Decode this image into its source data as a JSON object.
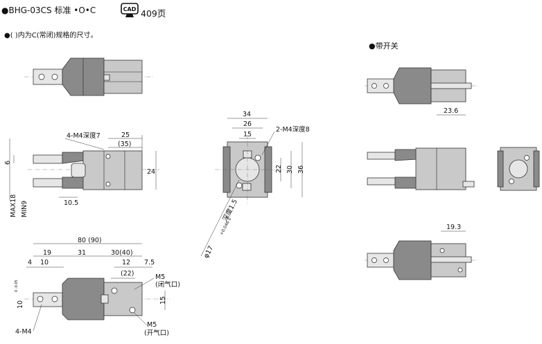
{
  "header": {
    "bullet": "●",
    "model": "BHG-03CS 标准 •O•C",
    "cad_label": "CAD",
    "page_ref": "409页"
  },
  "note": "●( )内为C(常闭)规格的尺寸。",
  "switch_title": "●带开关",
  "dimensions": {
    "side_top": {
      "d25": "25",
      "d35": "(35)",
      "thread": "4-M4深度7",
      "d6": "6",
      "d24": "24",
      "max": "MAX18",
      "min": "MIN9",
      "d105": "10.5"
    },
    "front": {
      "d34": "34",
      "d26": "26",
      "d15": "15",
      "thread": "2-M4深度8",
      "d22": "22",
      "d30": "30",
      "d36": "36",
      "bore": "φ17",
      "tol": "+0.046 0",
      "depth": "深度1.5"
    },
    "bottom": {
      "d80": "80 (90)",
      "d19": "19",
      "d31": "31",
      "d3040": "30(40)",
      "d4": "4",
      "d10": "10",
      "d12": "12",
      "d75": "7.5",
      "d22": "(22)",
      "m5a": "M5",
      "m5a_note": "(闭气口)",
      "m5b": "M5",
      "m5b_note": "(开气口)",
      "d15": "15",
      "d10v": "10",
      "tol_v": "0 -0.05",
      "m4": "4-M4"
    },
    "switch": {
      "d236": "23.6",
      "d193": "19.3"
    }
  }
}
